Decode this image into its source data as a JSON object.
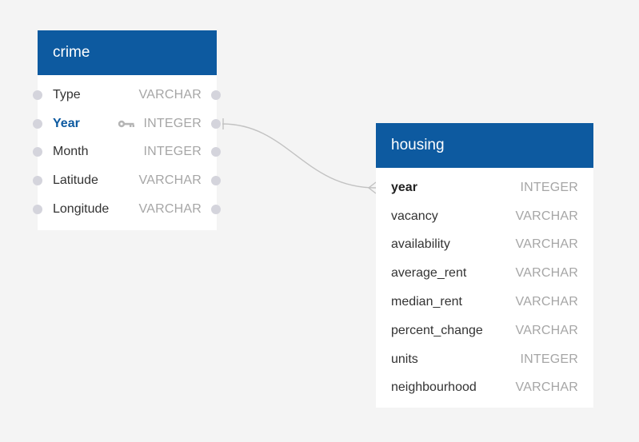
{
  "colors": {
    "header_bg": "#0d5aa0",
    "header_text": "#ffffff",
    "column_name": "#333333",
    "column_type": "#a6a6a6",
    "primary_key_name": "#0d5aa0",
    "connector_dot": "#d4d4dc",
    "relation_line": "#c2c2c2",
    "background": "#f4f4f4"
  },
  "tables": {
    "crime": {
      "title": "crime",
      "columns": [
        {
          "name": "Type",
          "type": "VARCHAR"
        },
        {
          "name": "Year",
          "type": "INTEGER",
          "primary_key": true
        },
        {
          "name": "Month",
          "type": "INTEGER"
        },
        {
          "name": "Latitude",
          "type": "VARCHAR"
        },
        {
          "name": "Longitude",
          "type": "VARCHAR"
        }
      ]
    },
    "housing": {
      "title": "housing",
      "columns": [
        {
          "name": "year",
          "type": "INTEGER",
          "primary_key": true
        },
        {
          "name": "vacancy",
          "type": "VARCHAR"
        },
        {
          "name": "availability",
          "type": "VARCHAR"
        },
        {
          "name": "average_rent",
          "type": "VARCHAR"
        },
        {
          "name": "median_rent",
          "type": "VARCHAR"
        },
        {
          "name": "percent_change",
          "type": "VARCHAR"
        },
        {
          "name": "units",
          "type": "INTEGER"
        },
        {
          "name": "neighbourhood",
          "type": "VARCHAR"
        }
      ]
    }
  },
  "relationship": {
    "from": "crime.Year",
    "to": "housing.year",
    "from_cardinality": "one",
    "to_cardinality": "many"
  },
  "icons": {
    "primary_key": "key-icon",
    "column_connector": "connector-dot-icon"
  }
}
